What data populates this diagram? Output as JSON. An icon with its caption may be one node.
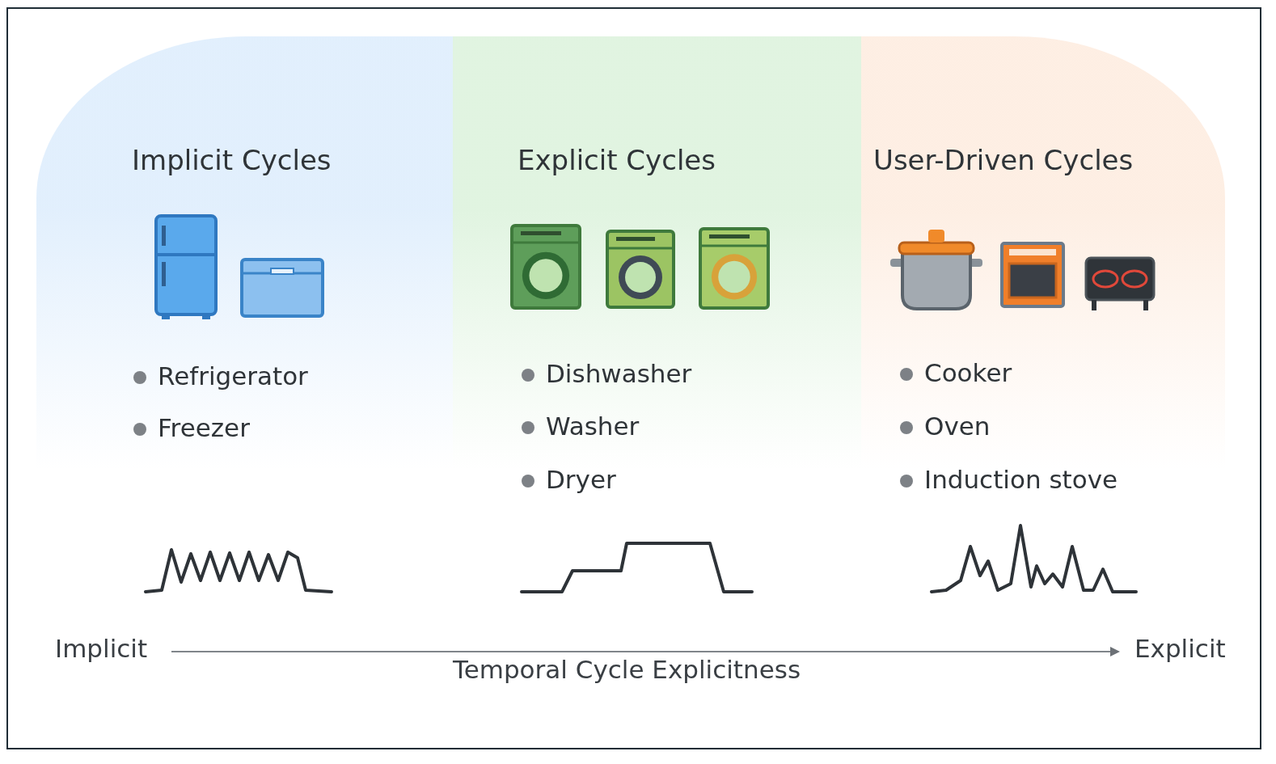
{
  "diagram": {
    "nodes": [
      {
        "text": [
          "Implicit Cycles",
          "Refrigerator",
          "Freezer"
        ]
      },
      {
        "text": [
          "Explicit Cycles",
          "Dishwasher",
          "Washer",
          "Dryer"
        ]
      },
      {
        "text": [
          "User-Driven Cycles",
          "Cooker",
          "Oven",
          "Induction stove"
        ]
      }
    ],
    "edges": [],
    "labels": [
      "Implicit",
      "Explicit",
      "Temporal Cycle Explicitness"
    ]
  }
}
